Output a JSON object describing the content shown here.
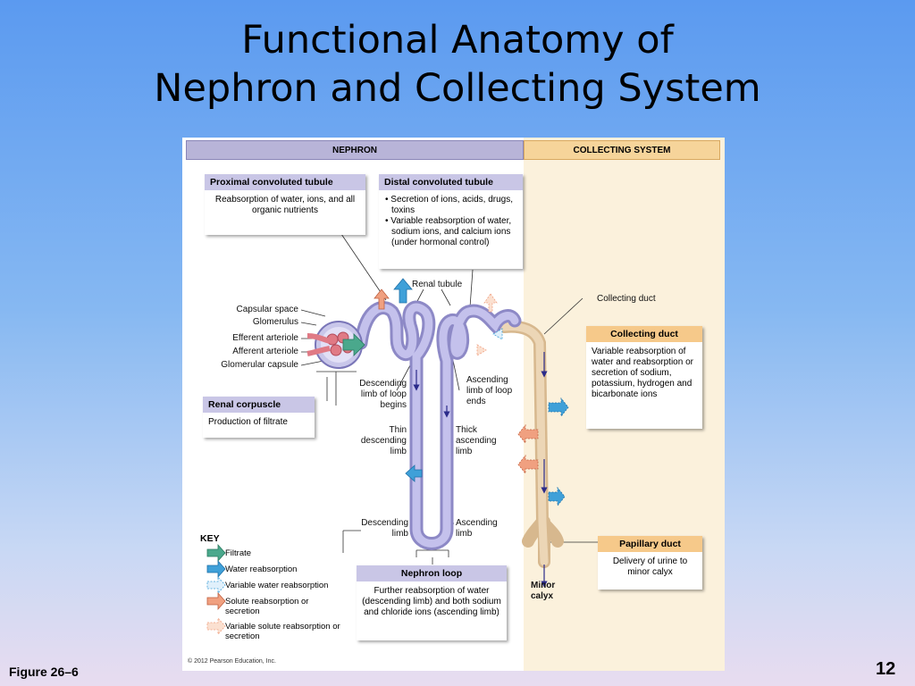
{
  "title": {
    "line1": "Functional Anatomy of",
    "line2": "Nephron and Collecting System"
  },
  "headers": {
    "nephron": "NEPHRON",
    "collecting_system": "COLLECTING SYSTEM"
  },
  "boxes": {
    "pct": {
      "title": "Proximal convoluted tubule",
      "body": "Reabsorption of water, ions, and all organic nutrients"
    },
    "dct": {
      "title": "Distal convoluted tubule",
      "bullets": [
        "Secretion of ions, acids, drugs, toxins",
        "Variable reabsorption of water, sodium ions, and calcium ions (under hormonal control)"
      ]
    },
    "renal_corpuscle": {
      "title": "Renal corpuscle",
      "body": "Production of filtrate"
    },
    "collecting_duct": {
      "title": "Collecting duct",
      "body": "Variable reabsorption of water and reabsorption or secretion of sodium, potassium, hydrogen and bicarbonate ions"
    },
    "papillary_duct": {
      "title": "Papillary duct",
      "body": "Delivery of urine to minor calyx"
    },
    "nephron_loop": {
      "title": "Nephron loop",
      "body": "Further reabsorption of water (descending limb) and both sodium and chloride ions (ascending limb)"
    }
  },
  "labels": {
    "capsular_space": "Capsular space",
    "glomerulus": "Glomerulus",
    "efferent_arteriole": "Efferent arteriole",
    "afferent_arteriole": "Afferent arteriole",
    "glomerular_capsule": "Glomerular capsule",
    "renal_tubule": "Renal tubule",
    "collecting_duct": "Collecting duct",
    "descending_limb_begins": "Descending limb of loop begins",
    "ascending_limb_ends": "Ascending limb of loop ends",
    "thin_descending": "Thin descending limb",
    "thick_ascending": "Thick ascending limb",
    "descending_limb": "Descending limb",
    "ascending_limb": "Ascending limb",
    "minor_calyx": "Minor calyx"
  },
  "key": {
    "title": "KEY",
    "items": [
      {
        "label": "Filtrate",
        "color": "#4aa88c",
        "style": "solid"
      },
      {
        "label": "Water reabsorption",
        "color": "#3fa0d8",
        "style": "solid"
      },
      {
        "label": "Variable water reabsorption",
        "color": "#3fa0d8",
        "style": "dashed"
      },
      {
        "label": "Solute reabsorption or secretion",
        "color": "#f0a080",
        "style": "solid"
      },
      {
        "label": "Variable solute reabsorption or secretion",
        "color": "#f0a080",
        "style": "dashed"
      }
    ]
  },
  "copyright": "© 2012 Pearson Education, Inc.",
  "footer": {
    "figure": "Figure 26–6",
    "page": "12"
  },
  "colors": {
    "nephron_header": "#b8b4d8",
    "collecting_header": "#f6d49a",
    "collecting_bg": "#fbf1dc",
    "tubule": "#a9a6dc",
    "duct": "#e3c9a4"
  }
}
